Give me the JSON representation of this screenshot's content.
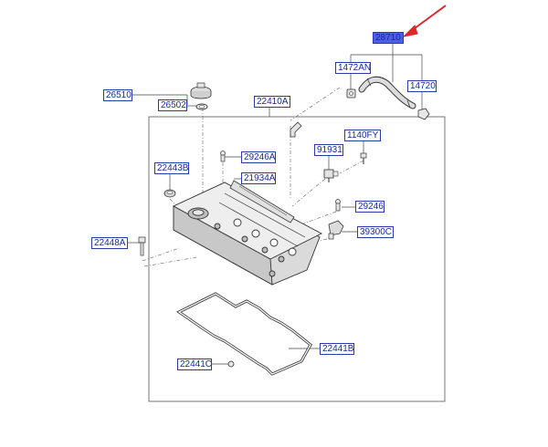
{
  "diagram": {
    "accent_color": "#4d5fe6",
    "callout_color": "#2b3aa8",
    "pointer_arrow_color": "#e0252b",
    "callouts": {
      "c28710": "28710",
      "c1472AN": "1472AN",
      "c14720": "14720",
      "c26510": "26510",
      "c26502": "26502",
      "c22410A": "22410A",
      "c1140FY": "1140FY",
      "c91931": "91931",
      "c29246A": "29246A",
      "c22443B": "22443B",
      "c21934A": "21934A",
      "c29246": "29246",
      "c39300C": "39300C",
      "c22448A": "22448A",
      "c22441B": "22441B",
      "c22441C": "22441C"
    }
  }
}
